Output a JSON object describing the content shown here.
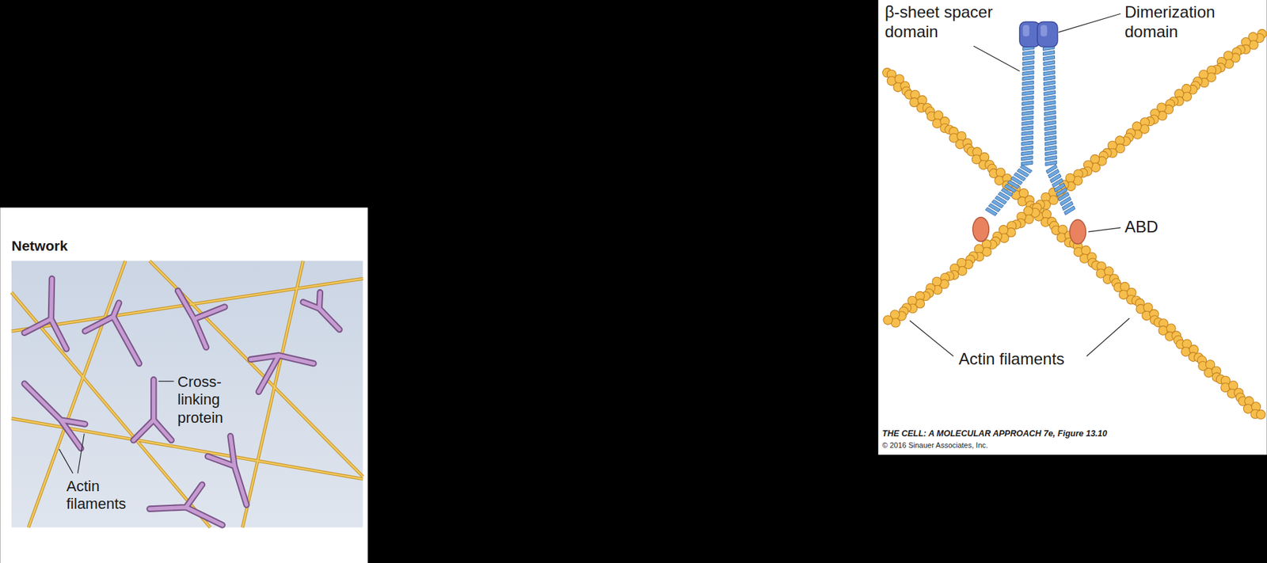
{
  "diagram": {
    "labels": [
      "Network",
      "Cross- linking protein",
      "Actin filaments",
      "β-sheet spacer domain",
      "Dimerization domain",
      "ABD",
      "Actin filaments",
      "THE CELL: A MOLECULAR APPROACH 7e, Figure 13.10",
      "© 2016 Sinauer Associates, Inc."
    ]
  }
}
